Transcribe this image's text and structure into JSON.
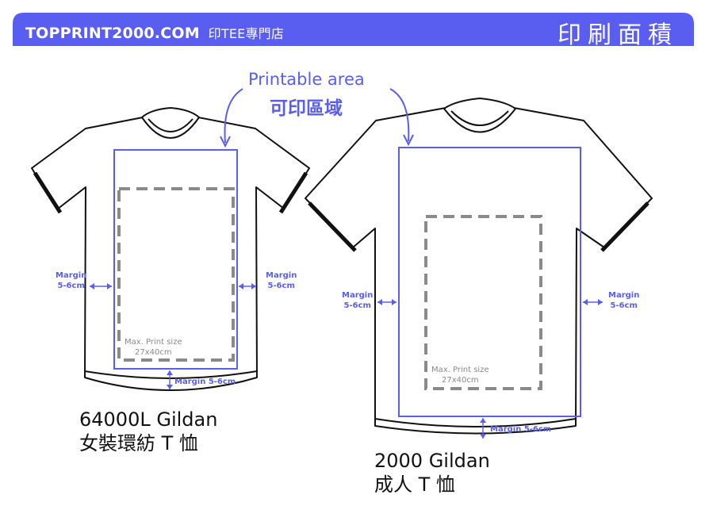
{
  "header": {
    "brand": "TOPPRINT2000.COM",
    "shop": "印TEE專門店",
    "title": "印刷面積"
  },
  "callout": {
    "title_en": "Printable area",
    "title_zh": "可印區域"
  },
  "womens": {
    "model": "64000L Gildan",
    "name": "女裝環紡 T 恤",
    "margin_left": [
      "Margin",
      "5-6cm"
    ],
    "margin_right": [
      "Margin",
      "5-6cm"
    ],
    "margin_bottom": "Margin 5-6cm",
    "max_print": [
      "Max. Print size",
      "27x40cm"
    ]
  },
  "adult": {
    "model": "2000 Gildan",
    "name": "成人 T 恤",
    "margin_left": [
      "Margin",
      "5-6cm"
    ],
    "margin_right": [
      "Margin",
      "5-6cm"
    ],
    "margin_bottom": "Margin 5-6cm",
    "max_print": [
      "Max. Print size",
      "27x40cm"
    ]
  },
  "colors": {
    "accent": "#5a5ef0",
    "outline": "#111111",
    "dashed": "#8a8a8a"
  }
}
